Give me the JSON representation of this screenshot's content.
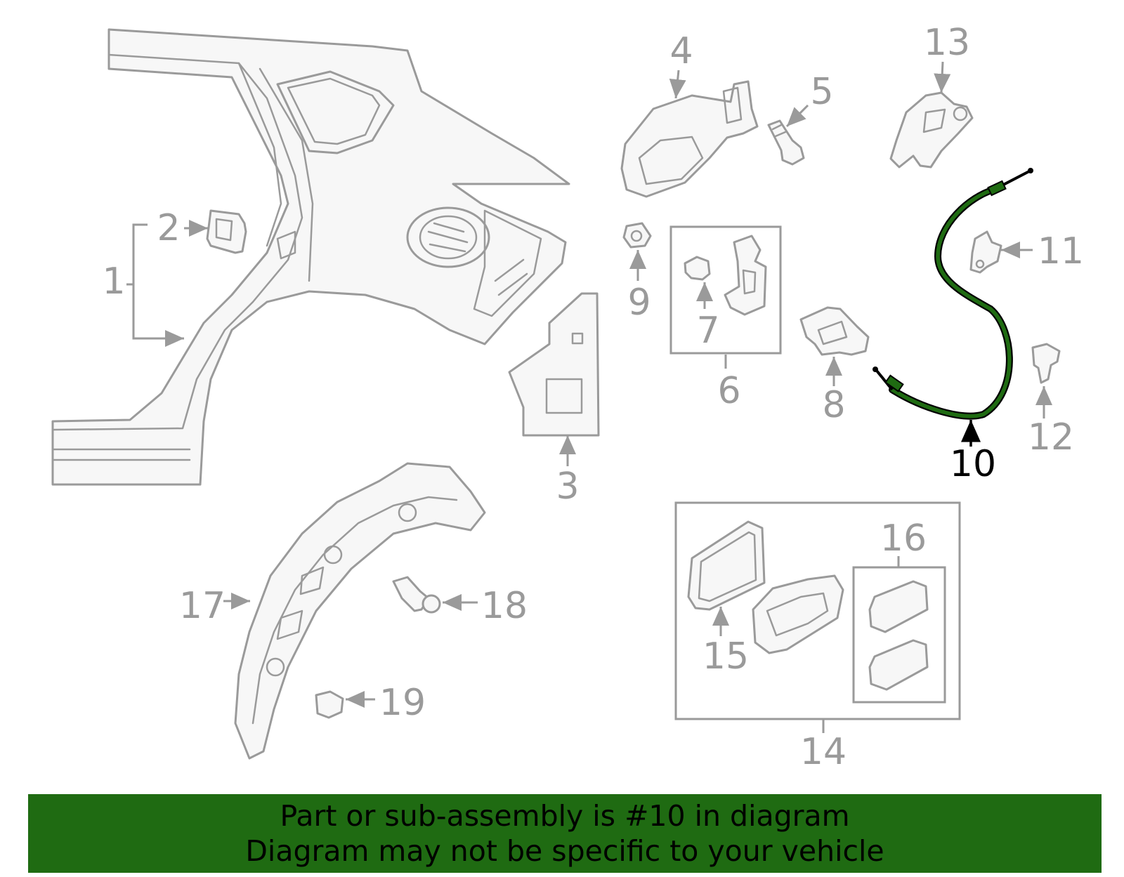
{
  "diagram": {
    "highlight_color": "#1f6b12",
    "highlighted_part": "10",
    "callouts": [
      "1",
      "2",
      "3",
      "4",
      "5",
      "6",
      "7",
      "8",
      "9",
      "10",
      "11",
      "12",
      "13",
      "14",
      "15",
      "16",
      "17",
      "18",
      "19"
    ]
  },
  "banner": {
    "line1": "Part or sub-assembly is #10 in diagram",
    "line2": "Diagram may not be specific to your vehicle",
    "background": "#1f6b12"
  }
}
